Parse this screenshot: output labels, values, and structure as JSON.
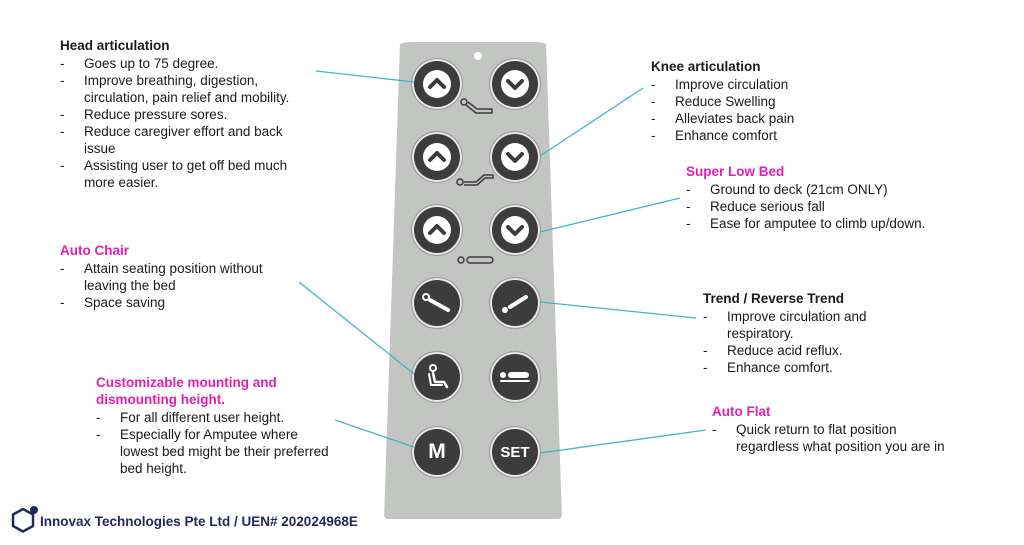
{
  "head": {
    "title": "Head articulation",
    "items": [
      "Goes up to 75 degree.",
      "Improve breathing, digestion, circulation, pain relief and mobility.",
      "Reduce pressure sores.",
      "Reduce caregiver effort and back issue",
      "Assisting user to get off bed much more easier."
    ]
  },
  "auto_chair": {
    "title": "Auto Chair",
    "items": [
      "Attain seating position without leaving the bed",
      "Space saving"
    ]
  },
  "mounting": {
    "title": "Customizable mounting and dismounting height.",
    "items": [
      "For all different user height.",
      "Especially for Amputee where lowest bed might be their preferred bed height."
    ]
  },
  "knee": {
    "title": "Knee articulation",
    "items": [
      "Improve circulation",
      "Reduce Swelling",
      "Alleviates back pain",
      "Enhance comfort"
    ]
  },
  "super_low": {
    "title": "Super Low Bed",
    "items": [
      "Ground to deck (21cm ONLY)",
      "Reduce serious fall",
      "Ease for amputee to climb up/down."
    ]
  },
  "trend": {
    "title": "Trend / Reverse Trend",
    "items": [
      "Improve circulation and respiratory.",
      "Reduce acid reflux.",
      "Enhance comfort."
    ]
  },
  "auto_flat": {
    "title": "Auto Flat",
    "items": [
      "Quick return to flat position regardless what position you are in"
    ]
  },
  "remote": {
    "m_label": "M",
    "set_label": "SET"
  },
  "footer": {
    "company": "Innovax Technologies Pte Ltd / UEN# 202024968E"
  },
  "colors": {
    "accent_pink": "#e020b0",
    "connector": "#3fb6c8",
    "remote_body": "#c3c5c3",
    "button": "#3c3c3c",
    "logo": "#1f2a5a"
  }
}
